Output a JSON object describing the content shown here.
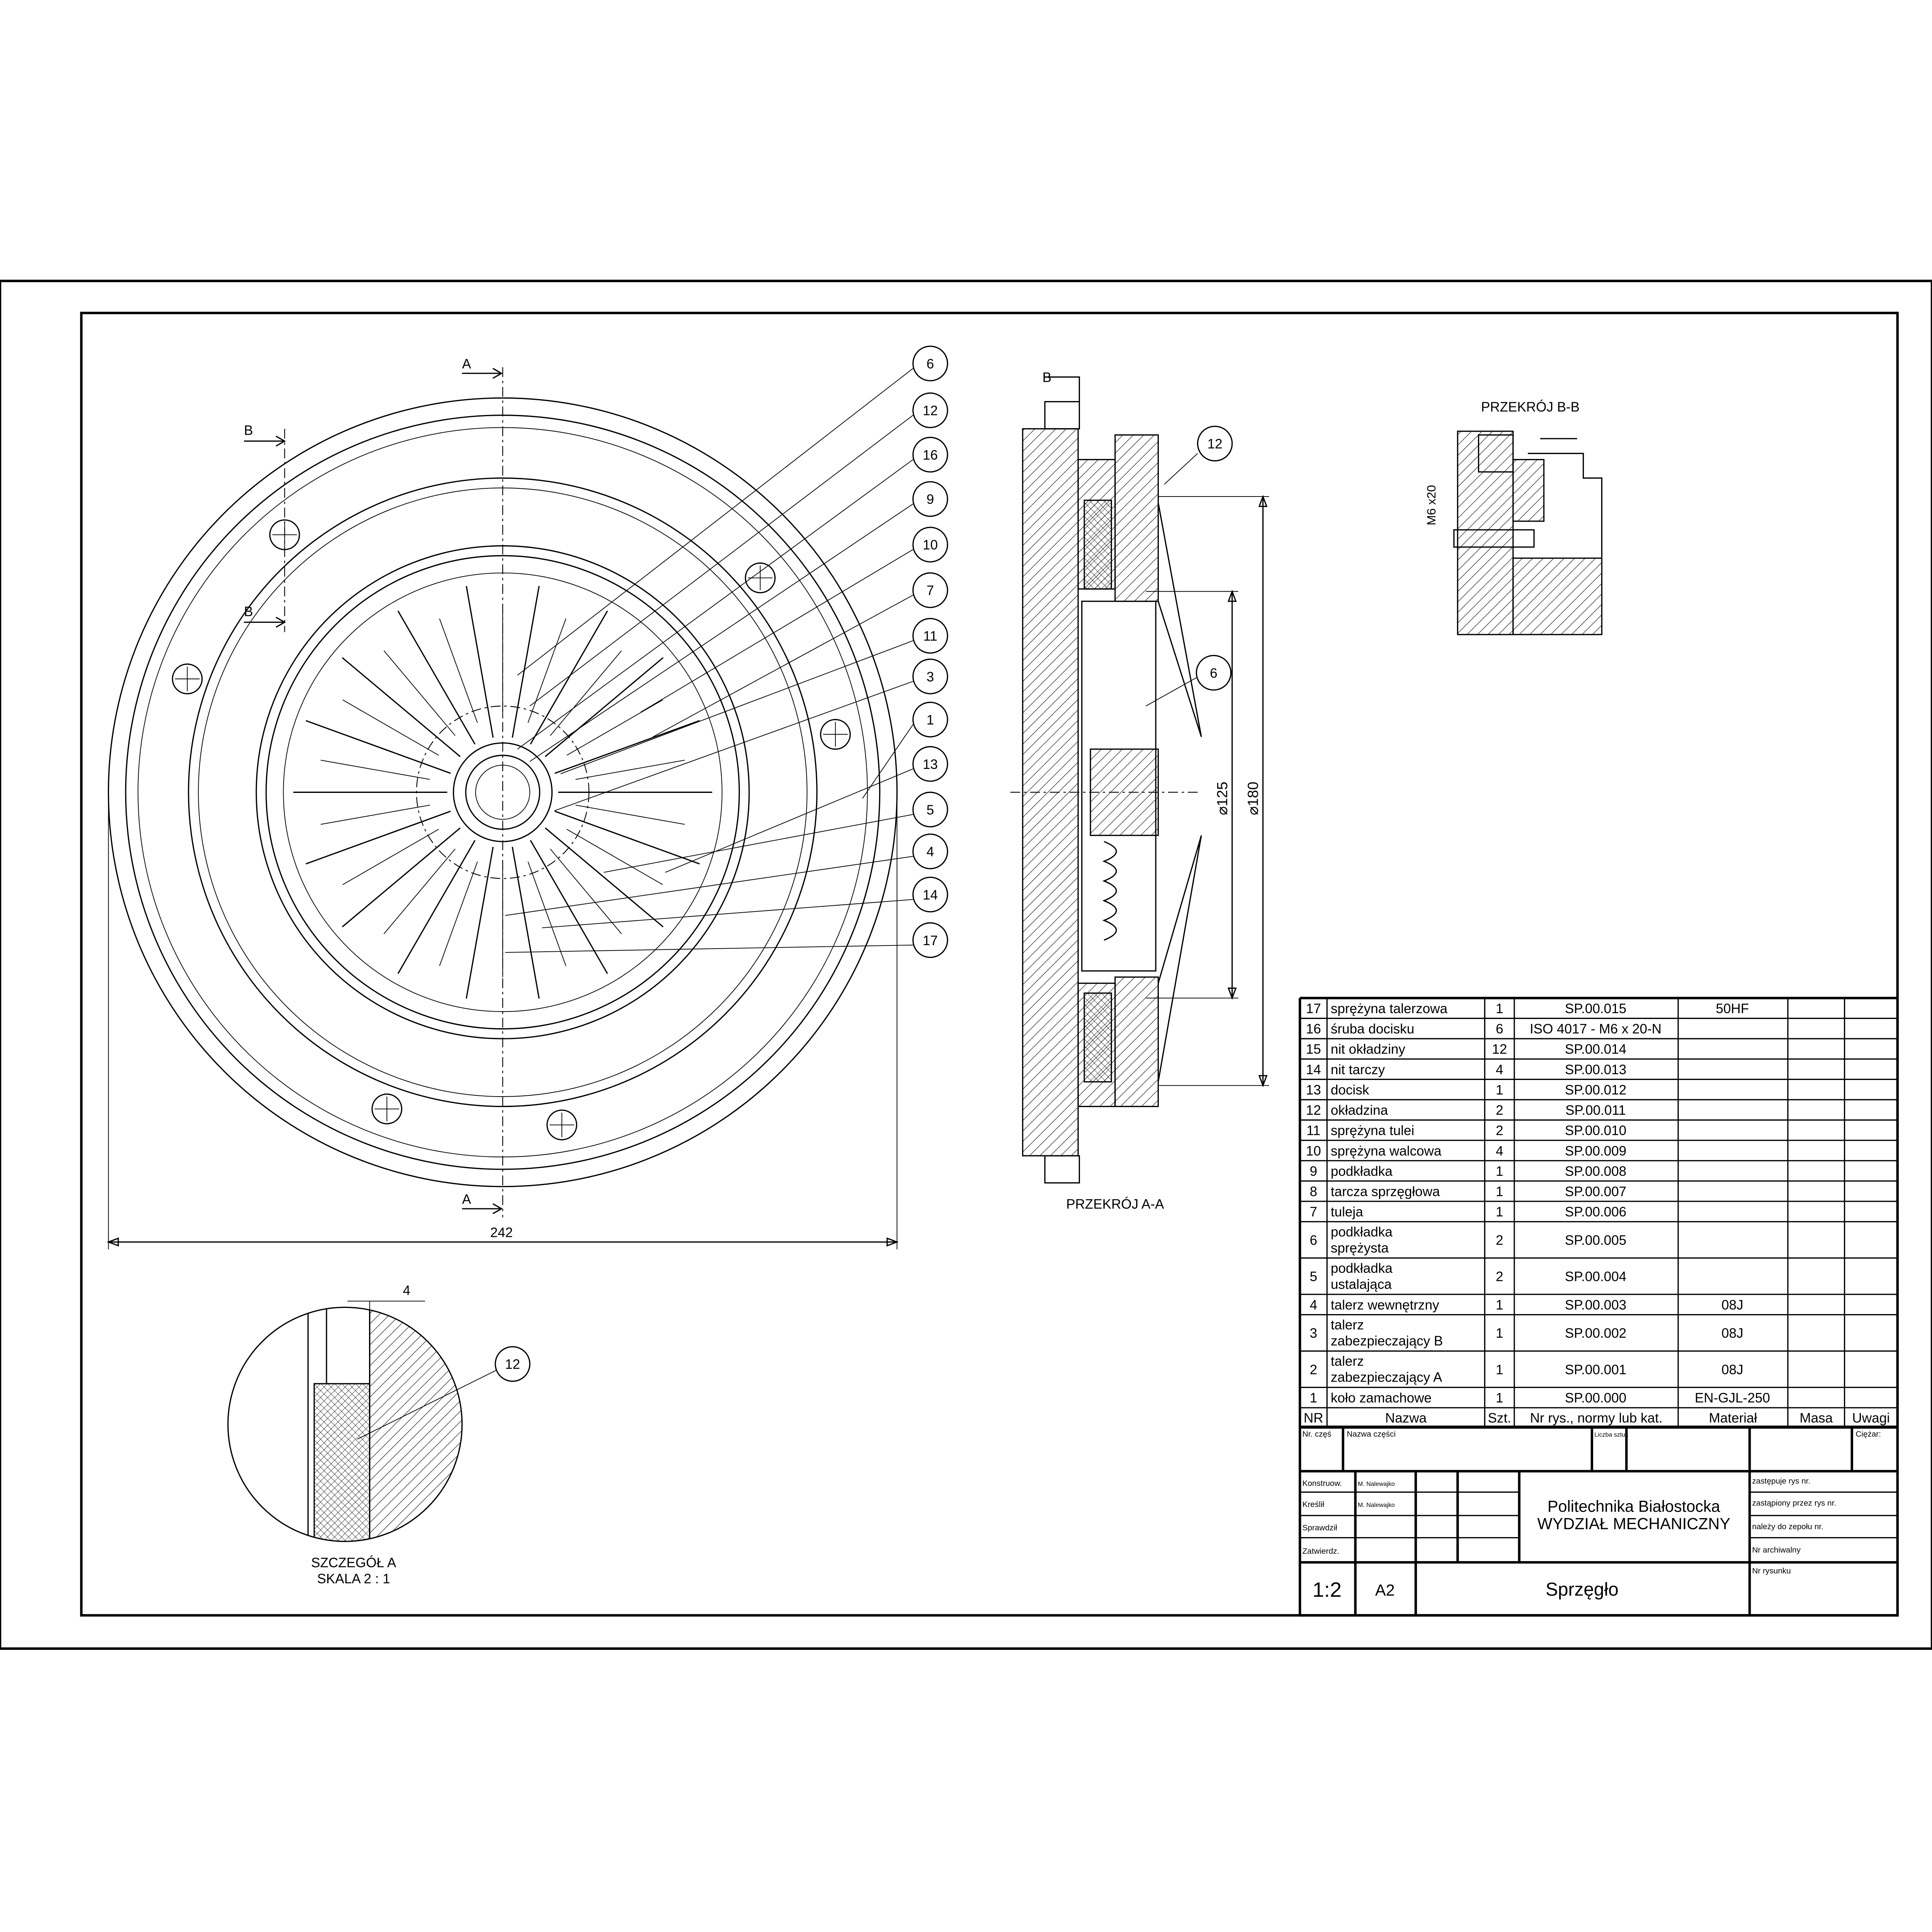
{
  "drawing": {
    "main_view": {
      "section_marks": [
        "A",
        "A",
        "B",
        "B"
      ],
      "overall_dimension": "242",
      "balloons": [
        "6",
        "12",
        "16",
        "9",
        "10",
        "7",
        "11",
        "3",
        "1",
        "13",
        "5",
        "4",
        "14",
        "17"
      ]
    },
    "section_aa": {
      "title": "PRZEKRÓJ A-A",
      "section_mark": "B",
      "balloons": [
        "12",
        "6"
      ],
      "dim_inner": "⌀125",
      "dim_outer": "⌀180"
    },
    "section_bb": {
      "title": "PRZEKRÓJ B-B",
      "bolt_label": "M6 x20"
    },
    "detail_a": {
      "title": "SZCZEGÓŁ A",
      "scale": "SKALA 2 : 1",
      "dimension": "4",
      "balloon": "12"
    }
  },
  "parts_list": {
    "headers": [
      "NR",
      "Nazwa",
      "Szt.",
      "Nr rys., normy lub kat.",
      "Materiał",
      "Masa",
      "Uwagi"
    ],
    "rows": [
      {
        "nr": "17",
        "name": "sprężyna talerzowa",
        "qty": "1",
        "ref": "SP.00.015",
        "material": "50HF"
      },
      {
        "nr": "16",
        "name": "śruba docisku",
        "qty": "6",
        "ref": "ISO 4017 - M6 x 20-N",
        "material": ""
      },
      {
        "nr": "15",
        "name": "nit okładziny",
        "qty": "12",
        "ref": "SP.00.014",
        "material": ""
      },
      {
        "nr": "14",
        "name": "nit tarczy",
        "qty": "4",
        "ref": "SP.00.013",
        "material": ""
      },
      {
        "nr": "13",
        "name": "docisk",
        "qty": "1",
        "ref": "SP.00.012",
        "material": ""
      },
      {
        "nr": "12",
        "name": "okładzina",
        "qty": "2",
        "ref": "SP.00.011",
        "material": ""
      },
      {
        "nr": "11",
        "name": "sprężyna tulei",
        "qty": "2",
        "ref": "SP.00.010",
        "material": ""
      },
      {
        "nr": "10",
        "name": "sprężyna walcowa",
        "qty": "4",
        "ref": "SP.00.009",
        "material": ""
      },
      {
        "nr": "9",
        "name": "podkładka",
        "qty": "1",
        "ref": "SP.00.008",
        "material": ""
      },
      {
        "nr": "8",
        "name": "tarcza sprzęgłowa",
        "qty": "1",
        "ref": "SP.00.007",
        "material": ""
      },
      {
        "nr": "7",
        "name": "tuleja",
        "qty": "1",
        "ref": "SP.00.006",
        "material": ""
      },
      {
        "nr": "6",
        "name": "podkładka|sprężysta",
        "qty": "2",
        "ref": "SP.00.005",
        "material": ""
      },
      {
        "nr": "5",
        "name": "podkładka|ustalająca",
        "qty": "2",
        "ref": "SP.00.004",
        "material": ""
      },
      {
        "nr": "4",
        "name": "talerz wewnętrzny",
        "qty": "1",
        "ref": "SP.00.003",
        "material": "08J"
      },
      {
        "nr": "3",
        "name": "talerz|zabezpieczający B",
        "qty": "1",
        "ref": "SP.00.002",
        "material": "08J"
      },
      {
        "nr": "2",
        "name": "talerz|zabezpieczający A",
        "qty": "1",
        "ref": "SP.00.001",
        "material": "08J"
      },
      {
        "nr": "1",
        "name": "koło zamachowe",
        "qty": "1",
        "ref": "SP.00.000",
        "material": "EN-GJL-250"
      }
    ]
  },
  "title_block": {
    "part_no_label": "Nr. częś",
    "part_name_label": "Nazwa części",
    "qty_label": "Liczba sztuk",
    "weight_label": "Ciężar:",
    "designed_label": "Konstruow.",
    "designed_by": "M. Nalewajko",
    "drawn_label": "Kreślił",
    "drawn_by": "M. Nalewajko",
    "checked_label": "Sprawdził",
    "approved_label": "Zatwierdz.",
    "institution": "Politechnika Białostocka",
    "faculty": "WYDZIAŁ MECHANICZNY",
    "replaces_label": "zastępuje rys nr.",
    "replaced_by_label": "zastąpiony przez rys nr.",
    "assembly_label": "należy do zepołu nr.",
    "archive_label": "Nr archiwalny",
    "drawing_no_label": "Nr rysunku",
    "scale": "1:2",
    "format": "A2",
    "title": "Sprzęgło"
  }
}
